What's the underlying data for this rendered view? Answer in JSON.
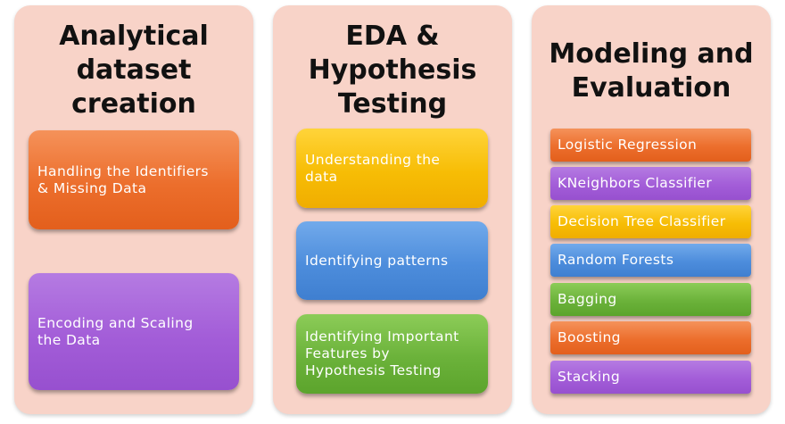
{
  "panels": [
    {
      "title_lines": [
        "Analytical",
        "dataset",
        "creation"
      ],
      "items": [
        {
          "lines": [
            "Handling the Identifiers",
            "& Missing Data"
          ],
          "color": "#ec6e2c"
        },
        {
          "lines": [
            "Encoding and Scaling",
            "the Data"
          ],
          "color": "#a35dd8"
        }
      ]
    },
    {
      "title_lines": [
        "EDA &",
        "Hypothesis",
        "Testing"
      ],
      "items": [
        {
          "lines": [
            "Understanding the",
            "data"
          ],
          "color": "#f7bd05"
        },
        {
          "lines": [
            "Identifying patterns"
          ],
          "color": "#4d8ddc"
        },
        {
          "lines": [
            "Identifying Important",
            "Features by",
            "Hypothesis Testing"
          ],
          "color": "#6bb23a"
        }
      ]
    },
    {
      "title_lines": [
        "Modeling and",
        "Evaluation"
      ],
      "items": [
        {
          "lines": [
            "Logistic Regression"
          ],
          "color": "#ec6e2c"
        },
        {
          "lines": [
            "KNeighbors Classifier"
          ],
          "color": "#a35dd8"
        },
        {
          "lines": [
            "Decision Tree Classifier"
          ],
          "color": "#f7bd05"
        },
        {
          "lines": [
            "Random Forests"
          ],
          "color": "#4d8ddc"
        },
        {
          "lines": [
            "Bagging"
          ],
          "color": "#6bb23a"
        },
        {
          "lines": [
            "Boosting"
          ],
          "color": "#ec6e2c"
        },
        {
          "lines": [
            "Stacking"
          ],
          "color": "#a35dd8"
        }
      ]
    }
  ],
  "colors": {
    "panel_bg": "#f8d3c8",
    "title_text": "#111111",
    "box_text": "#ffffff"
  }
}
